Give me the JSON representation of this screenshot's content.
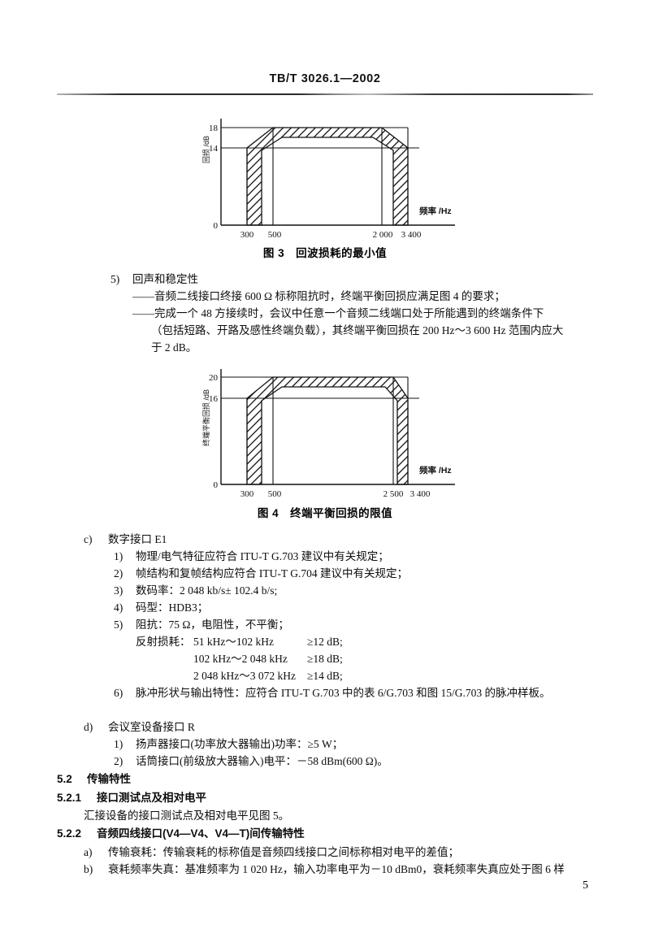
{
  "header": {
    "standard_no": "TB/T 3026.1—2002"
  },
  "footer": {
    "page_number": "5"
  },
  "figures": {
    "fig3": {
      "caption": "图 3 回波损耗的最小值",
      "ylabel": "回损 /dB",
      "xlabel": "频率 /Hz",
      "yticks": [
        "18",
        "14",
        "0"
      ],
      "xticks": [
        "300",
        "500",
        "2 000",
        "3 400"
      ]
    },
    "fig4": {
      "caption": "图 4 终端平衡回损的限值",
      "ylabel": "终端平衡回损 /dB",
      "xlabel": "频率 /Hz",
      "yticks": [
        "20",
        "16",
        "0"
      ],
      "xticks": [
        "300",
        "500",
        "2 500",
        "3 400"
      ]
    }
  },
  "chart_data": [
    {
      "type": "area",
      "title": "图 3 回波损耗的最小值",
      "xlabel": "频率 /Hz",
      "ylabel": "回损 /dB",
      "xticks": [
        300,
        500,
        2000,
        3400
      ],
      "yticks": [
        0,
        14,
        18
      ],
      "ylim": [
        0,
        20
      ],
      "xlim": [
        150,
        3700
      ],
      "outer_boundary": [
        [
          300,
          0
        ],
        [
          300,
          14
        ],
        [
          500,
          18
        ],
        [
          2000,
          18
        ],
        [
          3400,
          14
        ],
        [
          3400,
          0
        ]
      ],
      "inner_boundary": [
        [
          400,
          0
        ],
        [
          400,
          13.6
        ],
        [
          520,
          16.6
        ],
        [
          1950,
          16.6
        ],
        [
          3250,
          13.6
        ],
        [
          3250,
          0
        ]
      ],
      "grid": false,
      "legend": null,
      "notes": "Hatched band between outer and inner trapezoid limits; minimum return loss mask."
    },
    {
      "type": "area",
      "title": "图 4 终端平衡回损的限值",
      "xlabel": "频率 /Hz",
      "ylabel": "终端平衡回损 /dB",
      "xticks": [
        300,
        500,
        2500,
        3400
      ],
      "yticks": [
        0,
        16,
        20
      ],
      "ylim": [
        0,
        22
      ],
      "xlim": [
        150,
        3700
      ],
      "outer_boundary": [
        [
          300,
          0
        ],
        [
          300,
          16
        ],
        [
          500,
          20
        ],
        [
          2500,
          20
        ],
        [
          3400,
          16
        ],
        [
          3400,
          0
        ]
      ],
      "inner_boundary": [
        [
          400,
          0
        ],
        [
          400,
          15.6
        ],
        [
          530,
          18.6
        ],
        [
          2430,
          18.6
        ],
        [
          3260,
          15.6
        ],
        [
          3260,
          0
        ]
      ],
      "grid": false,
      "legend": null,
      "notes": "Hatched band between outer and inner trapezoid limits; terminal balance return loss mask."
    }
  ],
  "body": {
    "item5_label": "5)",
    "item5_title": "回声和稳定性",
    "item5_dash1": "——音频二线接口终接 600 Ω 标称阻抗时，终端平衡回损应满足图 4 的要求；",
    "item5_dash2_l1": "——完成一个 48 方接续时，会议中任意一个音频二线端口处于所能遇到的终端条件下",
    "item5_dash2_l2": "（包括短路、开路及感性终端负载），其终端平衡回损在 200 Hz～3 600 Hz 范围内应大",
    "item5_dash2_l3": "于 2 dB。",
    "c_label": "c)",
    "c_title": "数字接口 E1",
    "c_1_label": "1)",
    "c_1_text": "物理/电气特征应符合 ITU-T G.703 建议中有关规定；",
    "c_2_label": "2)",
    "c_2_text": "帧结构和复帧结构应符合 ITU-T G.704 建议中有关规定；",
    "c_3_label": "3)",
    "c_3_text": "数码率：2 048 kb/s± 102.4 b/s;",
    "c_4_label": "4)",
    "c_4_text": "码型：HDB3；",
    "c_5_label": "5)",
    "c_5_text": "阻抗：75 Ω，电阻性，不平衡；",
    "c_5_row1_label": "反射损耗：",
    "c_5_row1_range": "51 kHz～102 kHz",
    "c_5_row1_value": "≥12 dB;",
    "c_5_row2_range": "102 kHz～2 048 kHz",
    "c_5_row2_value": "≥18 dB;",
    "c_5_row3_range": "2 048 kHz～3 072 kHz",
    "c_5_row3_value": "≥14 dB;",
    "c_6_label": "6)",
    "c_6_text": "脉冲形状与输出特性：应符合 ITU-T G.703 中的表 6/G.703 和图 15/G.703 的脉冲样板。",
    "d_label": "d)",
    "d_title": "会议室设备接口 R",
    "d_1_label": "1)",
    "d_1_text": "扬声器接口(功率放大器输出)功率：≥5 W；",
    "d_2_label": "2)",
    "d_2_text": "话筒接口(前级放大器输入)电平：－58 dBm(600 Ω)。",
    "s52_num": "5.2",
    "s52_title": "传输特性",
    "s521_num": "5.2.1",
    "s521_title": "接口测试点及相对电平",
    "s521_text": "汇接设备的接口测试点及相对电平见图 5。",
    "s522_num": "5.2.2",
    "s522_title": "音频四线接口(V4—V4、V4—T)间传输特性",
    "s522_a_label": "a)",
    "s522_a_text": "传输衰耗：传输衰耗的标称值是音频四线接口之间标称相对电平的差值；",
    "s522_b_label": "b)",
    "s522_b_text": "衰耗频率失真：基准频率为 1 020 Hz，输入功率电平为－10 dBm0，衰耗频率失真应处于图 6 样"
  }
}
